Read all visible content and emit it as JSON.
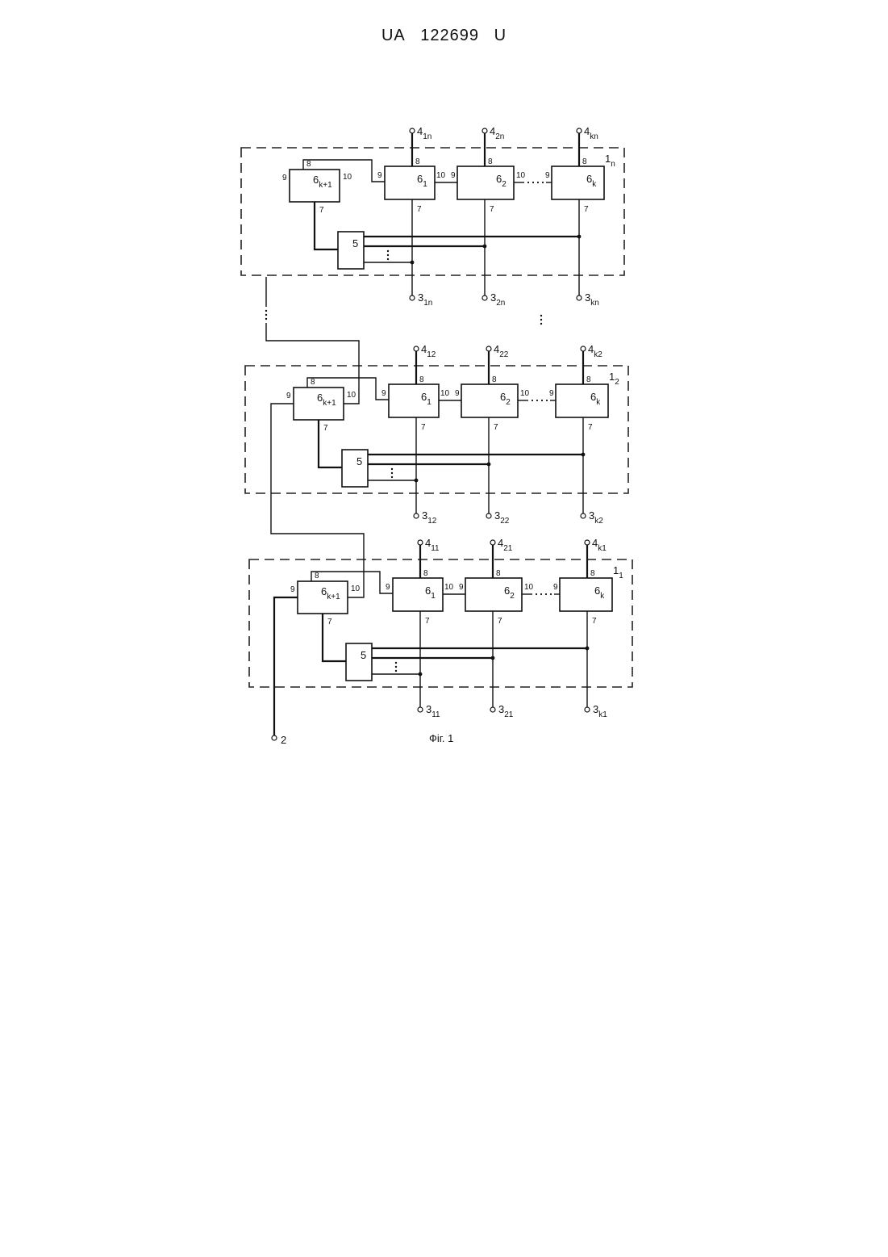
{
  "header": {
    "country": "UA",
    "number": "122699",
    "kind": "U"
  },
  "caption": "Фіг. 1",
  "input_terminal": "2",
  "pins": {
    "p7": "7",
    "p8": "8",
    "p9": "9",
    "p10": "10"
  },
  "multiplexer_label": "5",
  "modules": [
    {
      "label": "1",
      "label_sub": "n",
      "control_cell": {
        "main": "6",
        "sub": "k+1"
      },
      "cells": [
        {
          "main": "6",
          "sub": "1"
        },
        {
          "main": "6",
          "sub": "2"
        },
        {
          "main": "6",
          "sub": "k"
        }
      ],
      "top_terminals": [
        {
          "main": "4",
          "sub": "1n"
        },
        {
          "main": "4",
          "sub": "2n"
        },
        {
          "main": "4",
          "sub": "kn"
        }
      ],
      "bottom_terminals": [
        {
          "main": "3",
          "sub": "1n"
        },
        {
          "main": "3",
          "sub": "2n"
        },
        {
          "main": "3",
          "sub": "kn"
        }
      ]
    },
    {
      "label": "1",
      "label_sub": "2",
      "control_cell": {
        "main": "6",
        "sub": "k+1"
      },
      "cells": [
        {
          "main": "6",
          "sub": "1"
        },
        {
          "main": "6",
          "sub": "2"
        },
        {
          "main": "6",
          "sub": "k"
        }
      ],
      "top_terminals": [
        {
          "main": "4",
          "sub": "12"
        },
        {
          "main": "4",
          "sub": "22"
        },
        {
          "main": "4",
          "sub": "k2"
        }
      ],
      "bottom_terminals": [
        {
          "main": "3",
          "sub": "12"
        },
        {
          "main": "3",
          "sub": "22"
        },
        {
          "main": "3",
          "sub": "k2"
        }
      ]
    },
    {
      "label": "1",
      "label_sub": "1",
      "control_cell": {
        "main": "6",
        "sub": "k+1"
      },
      "cells": [
        {
          "main": "6",
          "sub": "1"
        },
        {
          "main": "6",
          "sub": "2"
        },
        {
          "main": "6",
          "sub": "k"
        }
      ],
      "top_terminals": [
        {
          "main": "4",
          "sub": "11"
        },
        {
          "main": "4",
          "sub": "21"
        },
        {
          "main": "4",
          "sub": "k1"
        }
      ],
      "bottom_terminals": [
        {
          "main": "3",
          "sub": "11"
        },
        {
          "main": "3",
          "sub": "21"
        },
        {
          "main": "3",
          "sub": "k1"
        }
      ]
    }
  ]
}
